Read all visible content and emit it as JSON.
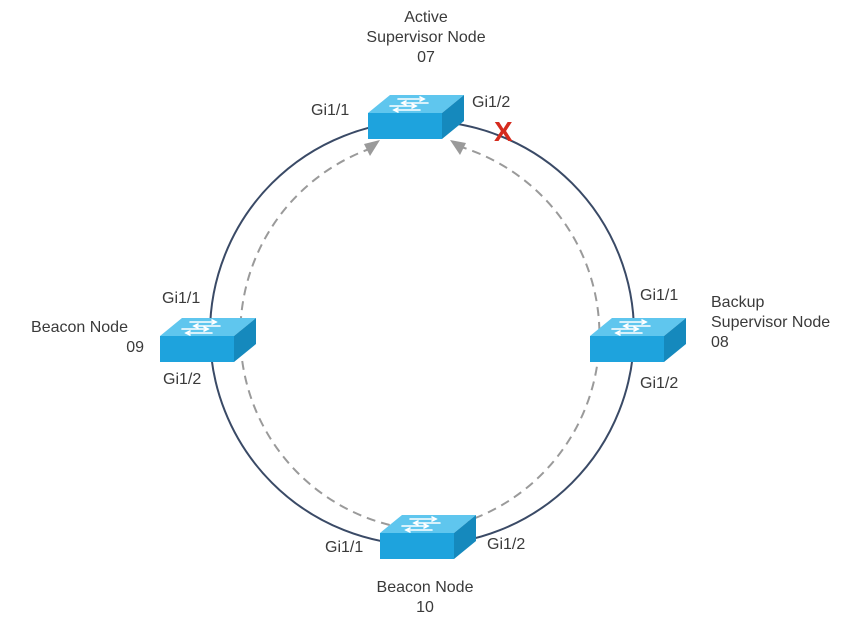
{
  "nodes": {
    "active": {
      "role": "Active",
      "type": "Supervisor Node",
      "id": "07",
      "port1": "Gi1/1",
      "port2": "Gi1/2"
    },
    "backup": {
      "role": "Backup",
      "type": "Supervisor Node",
      "id": "08",
      "port1": "Gi1/1",
      "port2": "Gi1/2"
    },
    "beacon09": {
      "name": "Beacon Node",
      "id": "09",
      "port1": "Gi1/1",
      "port2": "Gi1/2"
    },
    "beacon10": {
      "name": "Beacon Node",
      "id": "10",
      "port1": "Gi1/1",
      "port2": "Gi1/2"
    }
  },
  "failure_marker": "X",
  "colors": {
    "ring_line": "#3a4a66",
    "path_dash": "#9a9a9a",
    "switch_top": "#5fc6ee",
    "switch_front": "#1ea3dd",
    "switch_side": "#1589bd",
    "failure": "#d52b1e"
  }
}
